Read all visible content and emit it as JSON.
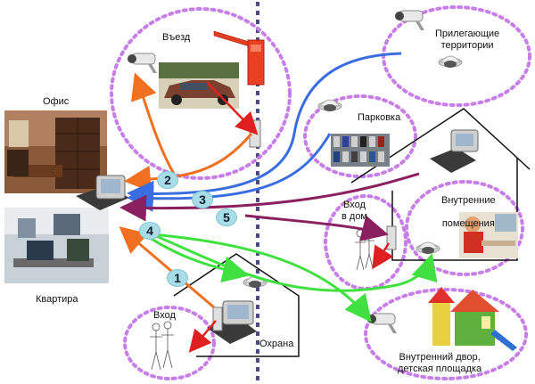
{
  "labels": {
    "entry_zone": "Въезд",
    "adjacent": "Прилегающие\nтерритории",
    "office": "Офис",
    "apartment": "Квартира",
    "parking": "Парковка",
    "house_entry": "Вход\nв дом",
    "internal": "Внутренние\nпомещения",
    "entrance": "Вход",
    "security": "Охрана",
    "yard": "Внутренний двор,\nдетская площадка"
  },
  "route_numbers": [
    "1",
    "2",
    "3",
    "4",
    "5"
  ],
  "colors": {
    "zone_outline": "#c87ee8",
    "divider": "#4a4a8a",
    "orange": "#f07020",
    "blue": "#3a6ee0",
    "green": "#40e040",
    "purple": "#8a2060",
    "red": "#e02020"
  }
}
